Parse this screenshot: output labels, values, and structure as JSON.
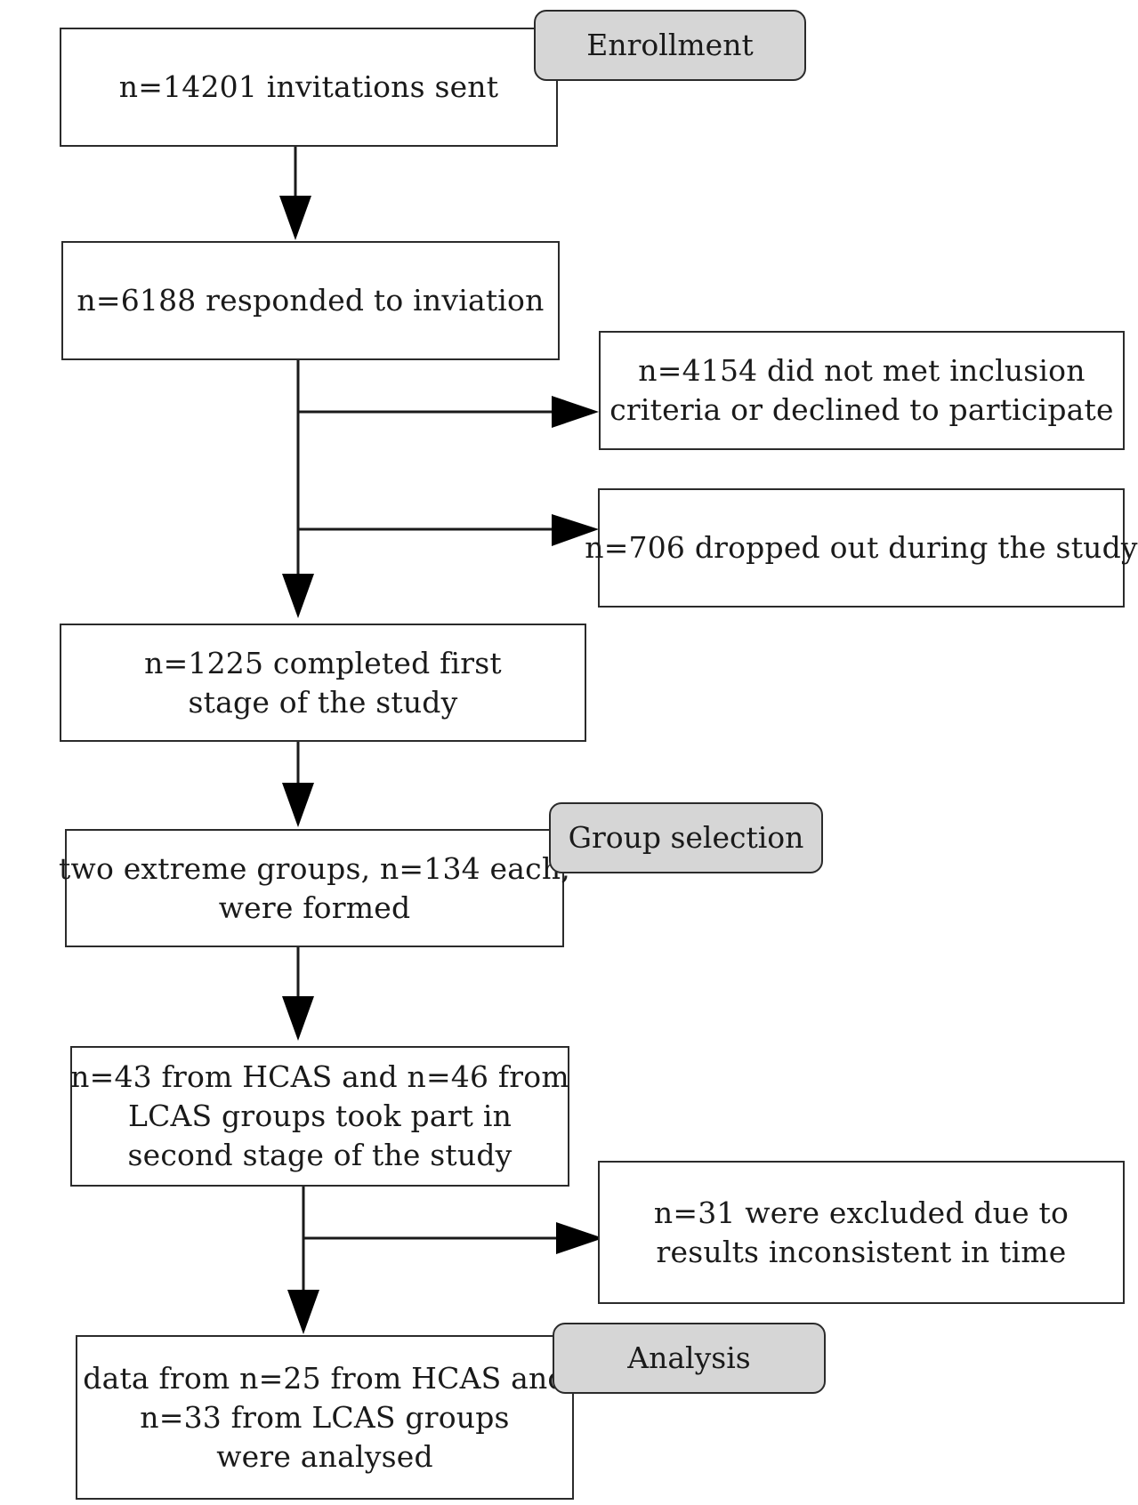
{
  "stages": {
    "enrollment": "Enrollment",
    "group_selection": "Group selection",
    "analysis": "Analysis"
  },
  "boxes": {
    "invitations": [
      "n=14201 invitations sent"
    ],
    "responded": [
      "n=6188 responded to inviation"
    ],
    "not_met_criteria": [
      "n=4154 did not met inclusion",
      "criteria or declined to participate"
    ],
    "dropped_out": [
      "n=706 dropped out during the study"
    ],
    "completed_first_stage": [
      "n=1225 completed first",
      "stage of the study"
    ],
    "extreme_groups": [
      "two extreme groups, n=134 each,",
      "were formed"
    ],
    "second_stage": [
      "n=43 from HCAS and n=46 from",
      "LCAS groups took part in",
      "second stage of the study"
    ],
    "excluded": [
      "n=31 were excluded due to",
      "results inconsistent in time"
    ],
    "analysed": [
      "data from n=25 from HCAS and",
      "n=33 from LCAS groups",
      "were analysed"
    ]
  },
  "colors": {
    "line": "#1a1a1a",
    "stage_fill": "#d6d6d6",
    "box_fill": "#ffffff"
  }
}
